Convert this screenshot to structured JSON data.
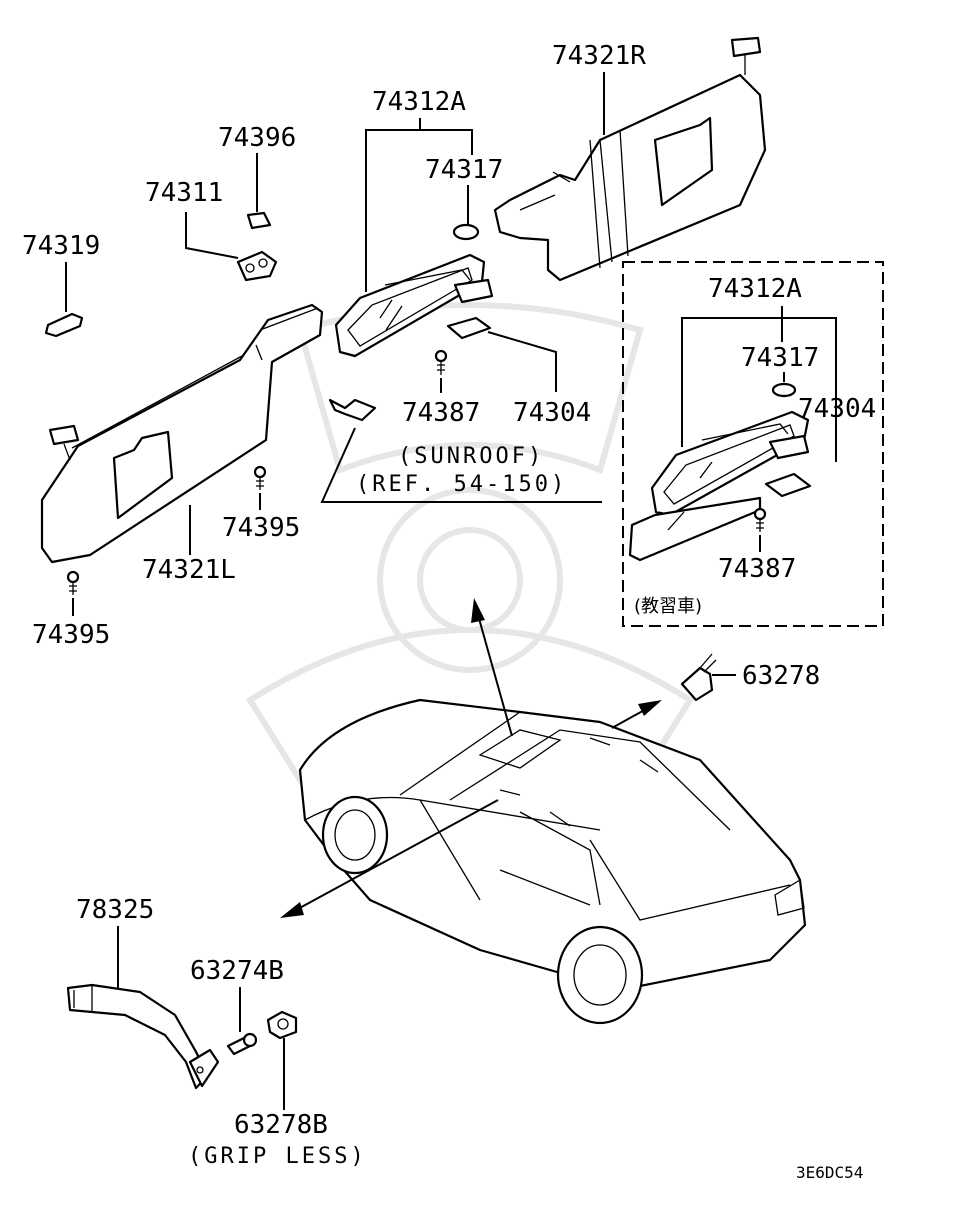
{
  "labels": {
    "p74321R": "74321R",
    "p74312A_top": "74312A",
    "p74396": "74396",
    "p74317_top": "74317",
    "p74311": "74311",
    "p74319": "74319",
    "p74387_top": "74387",
    "p74304_top": "74304",
    "p74395_mid": "74395",
    "p74321L": "74321L",
    "p74395_low": "74395",
    "p74312A_box": "74312A",
    "p74317_box": "74317",
    "p74304_box": "74304",
    "p74387_box": "74387",
    "p63278": "63278",
    "p78325": "78325",
    "p63274B": "63274B",
    "p63278B": "63278B"
  },
  "notes": {
    "sunroof": "(SUNROOF)",
    "ref": "(REF. 54-150)",
    "grip_less": "(GRIP LESS)",
    "box_caption": "(教習車)",
    "code": "3E6DC54"
  }
}
